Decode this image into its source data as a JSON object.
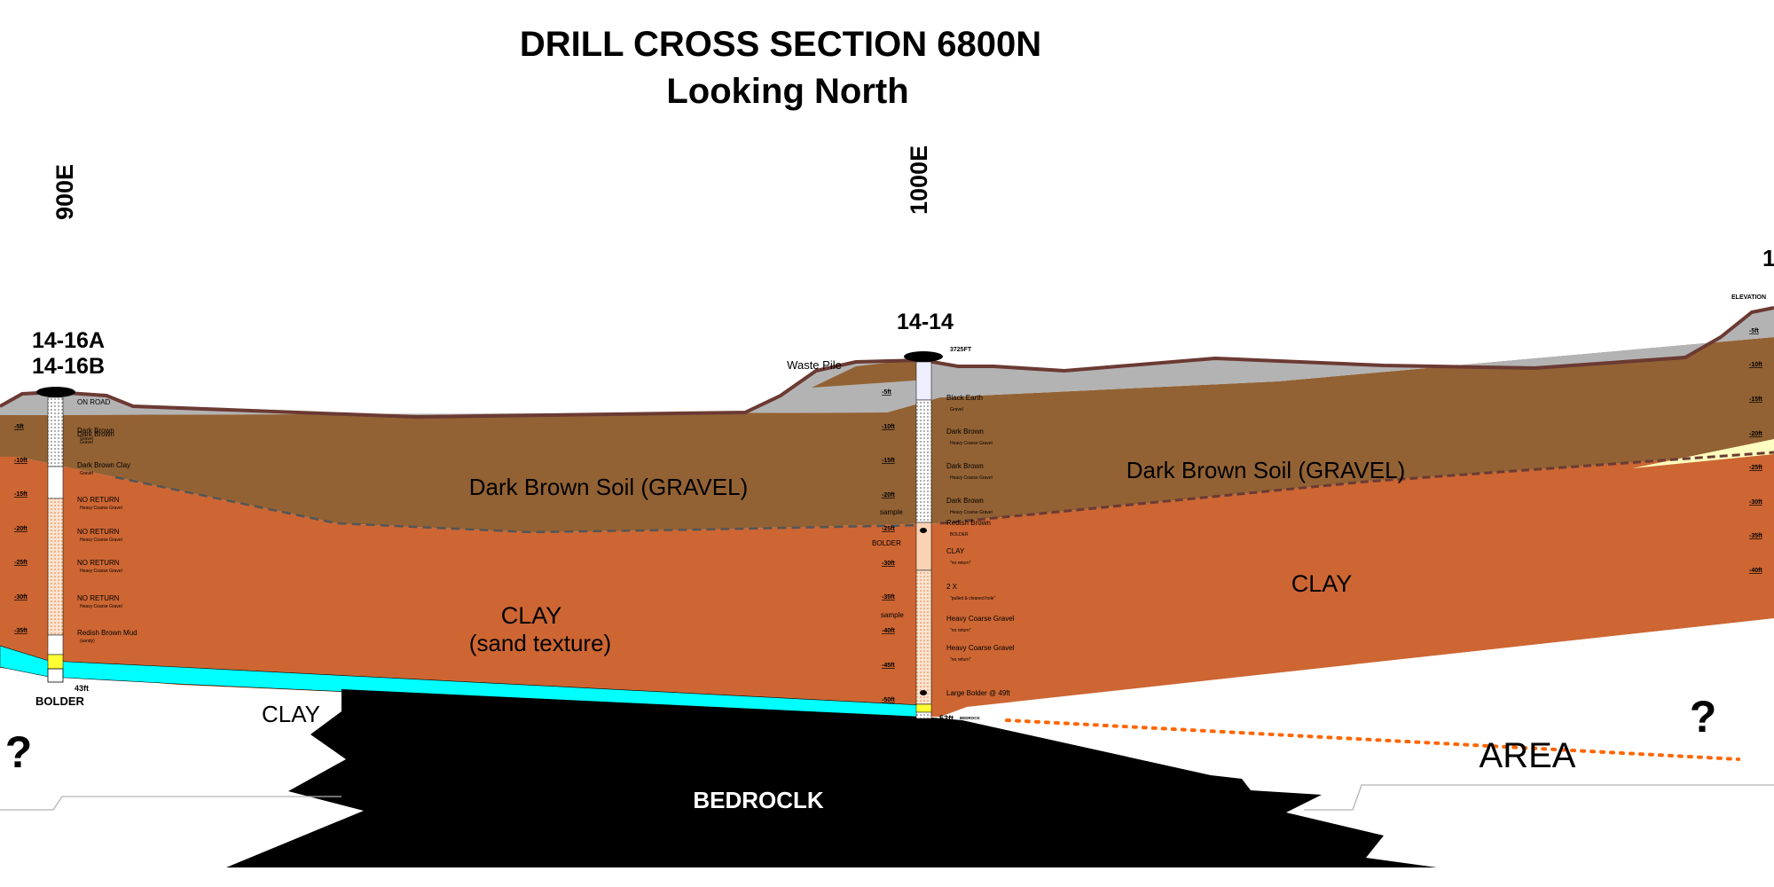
{
  "title": "DRILL CROSS SECTION 6800N",
  "subtitle": "Looking North",
  "gridlines": [
    "900E",
    "1000E",
    "1"
  ],
  "holes": {
    "h1": {
      "name_a": "14-16A",
      "name_b": "14-16B",
      "total_depth": "43ft",
      "bottom_note": "BOLDER"
    },
    "h2": {
      "name": "14-14",
      "collar_elevation": "3725FT",
      "total_depth": "53ft",
      "bottom_note": "BEDROCK"
    },
    "h3": {
      "name": "ELEVATION"
    }
  },
  "units": {
    "gravel_left": "Dark Brown Soil (GRAVEL)",
    "gravel_right": "Dark Brown Soil (GRAVEL)",
    "clay_left_1": "CLAY",
    "clay_left_2": "(sand texture)",
    "clay_right": "CLAY",
    "clay_lower": "CLAY",
    "bedrock": "BEDROCLK",
    "area": "AREA",
    "waste_pile": "Waste Pile"
  },
  "question_marks": [
    "?",
    "?"
  ],
  "h1_logs": [
    {
      "t": "ON ROAD",
      "s": ""
    },
    {
      "t": "Dark Brown",
      "s": "Gravel"
    },
    {
      "t": "Dark Brown",
      "s": "Gravel"
    },
    {
      "t": "Dark Brown Clay",
      "s": "Gravel"
    },
    {
      "t": "NO RETURN",
      "s": "Heavy Coarse Gravel"
    },
    {
      "t": "NO RETURN",
      "s": "Heavy Coarse Gravel"
    },
    {
      "t": "NO RETURN",
      "s": "Heavy Coarse Gravel"
    },
    {
      "t": "NO RETURN",
      "s": "Heavy Coarse Gravel"
    },
    {
      "t": "Redish Brown Mud",
      "s": "(sandy)"
    }
  ],
  "h1_depths": [
    "-5ft",
    "-10ft",
    "-15ft",
    "-20ft",
    "-25ft",
    "-30ft",
    "-35ft"
  ],
  "h2_logs": [
    {
      "t": "Black Earth",
      "s": "Gravel"
    },
    {
      "t": "Dark Brown",
      "s": "Heavy Coarse Gravel"
    },
    {
      "t": "Dark Brown",
      "s": "Heavy Coarse Gravel"
    },
    {
      "t": "Dark Brown",
      "s": "Heavy Coarse Gravel"
    },
    {
      "t": "Redish Brown",
      "s": "BOLDER"
    },
    {
      "t": "CLAY",
      "s": "\"no return\""
    },
    {
      "t": "2 X",
      "s": "\"pulled & cleaned hole\""
    },
    {
      "t": "Heavy Coarse Gravel",
      "s": "\"no return\""
    },
    {
      "t": "Heavy Coarse Gravel",
      "s": "\"no return\""
    },
    {
      "t": "Large Bolder @ 49ft",
      "s": ""
    }
  ],
  "h2_notes": [
    "sample",
    "BOLDER",
    "sample"
  ],
  "h2_depths": [
    "-5ft",
    "-10ft",
    "-15ft",
    "-20ft",
    "-25ft",
    "-30ft",
    "-35ft",
    "-40ft",
    "-45ft",
    "-50ft"
  ],
  "h3_depths": [
    "-5ft",
    "-10ft",
    "-15ft",
    "-20ft",
    "-25ft",
    "-30ft",
    "-35ft",
    "-40ft"
  ],
  "colors": {
    "gravel": "#936234",
    "clay": "#cd6633",
    "topsoil": "#b3b3b3",
    "aquifer": "#00ffff",
    "bedrock": "#000000",
    "surface": "#6b3a33",
    "orange_dots": "#ff6600",
    "yellow": "#ffffbf"
  }
}
